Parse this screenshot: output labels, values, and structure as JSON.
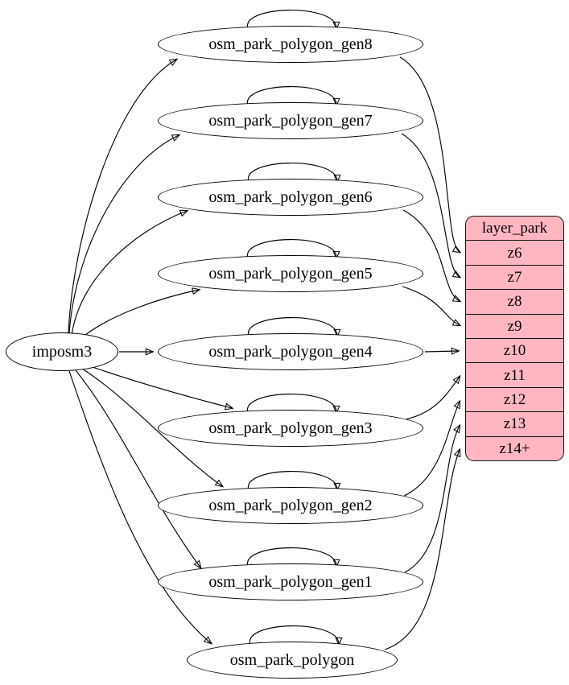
{
  "diagram": {
    "source": {
      "id": "imposm3",
      "label": "imposm3"
    },
    "nodes": [
      {
        "id": "osm_park_polygon_gen8",
        "label": "osm_park_polygon_gen8"
      },
      {
        "id": "osm_park_polygon_gen7",
        "label": "osm_park_polygon_gen7"
      },
      {
        "id": "osm_park_polygon_gen6",
        "label": "osm_park_polygon_gen6"
      },
      {
        "id": "osm_park_polygon_gen5",
        "label": "osm_park_polygon_gen5"
      },
      {
        "id": "osm_park_polygon_gen4",
        "label": "osm_park_polygon_gen4"
      },
      {
        "id": "osm_park_polygon_gen3",
        "label": "osm_park_polygon_gen3"
      },
      {
        "id": "osm_park_polygon_gen2",
        "label": "osm_park_polygon_gen2"
      },
      {
        "id": "osm_park_polygon_gen1",
        "label": "osm_park_polygon_gen1"
      },
      {
        "id": "osm_park_polygon",
        "label": "osm_park_polygon"
      }
    ],
    "table": {
      "id": "layer_park",
      "title": "layer_park",
      "rows": [
        "z6",
        "z7",
        "z8",
        "z9",
        "z10",
        "z11",
        "z12",
        "z13",
        "z14+"
      ]
    },
    "edges": [
      {
        "from": "imposm3",
        "to": "osm_park_polygon_gen8"
      },
      {
        "from": "imposm3",
        "to": "osm_park_polygon_gen7"
      },
      {
        "from": "imposm3",
        "to": "osm_park_polygon_gen6"
      },
      {
        "from": "imposm3",
        "to": "osm_park_polygon_gen5"
      },
      {
        "from": "imposm3",
        "to": "osm_park_polygon_gen4"
      },
      {
        "from": "imposm3",
        "to": "osm_park_polygon_gen3"
      },
      {
        "from": "imposm3",
        "to": "osm_park_polygon_gen2"
      },
      {
        "from": "imposm3",
        "to": "osm_park_polygon_gen1"
      },
      {
        "from": "imposm3",
        "to": "osm_park_polygon"
      },
      {
        "from": "osm_park_polygon_gen8",
        "to": "osm_park_polygon_gen8"
      },
      {
        "from": "osm_park_polygon_gen7",
        "to": "osm_park_polygon_gen7"
      },
      {
        "from": "osm_park_polygon_gen6",
        "to": "osm_park_polygon_gen6"
      },
      {
        "from": "osm_park_polygon_gen5",
        "to": "osm_park_polygon_gen5"
      },
      {
        "from": "osm_park_polygon_gen4",
        "to": "osm_park_polygon_gen4"
      },
      {
        "from": "osm_park_polygon_gen3",
        "to": "osm_park_polygon_gen3"
      },
      {
        "from": "osm_park_polygon_gen2",
        "to": "osm_park_polygon_gen2"
      },
      {
        "from": "osm_park_polygon_gen1",
        "to": "osm_park_polygon_gen1"
      },
      {
        "from": "osm_park_polygon",
        "to": "osm_park_polygon"
      },
      {
        "from": "osm_park_polygon_gen8",
        "to": "layer_park.z6"
      },
      {
        "from": "osm_park_polygon_gen7",
        "to": "layer_park.z7"
      },
      {
        "from": "osm_park_polygon_gen6",
        "to": "layer_park.z8"
      },
      {
        "from": "osm_park_polygon_gen5",
        "to": "layer_park.z9"
      },
      {
        "from": "osm_park_polygon_gen4",
        "to": "layer_park.z10"
      },
      {
        "from": "osm_park_polygon_gen3",
        "to": "layer_park.z11"
      },
      {
        "from": "osm_park_polygon_gen2",
        "to": "layer_park.z12"
      },
      {
        "from": "osm_park_polygon_gen1",
        "to": "layer_park.z13"
      },
      {
        "from": "osm_park_polygon",
        "to": "layer_park.z14+"
      }
    ],
    "colors": {
      "table_fill": "#ffb6c1",
      "node_fill": "#ffffff",
      "stroke": "#000000",
      "text": "#000000"
    }
  }
}
